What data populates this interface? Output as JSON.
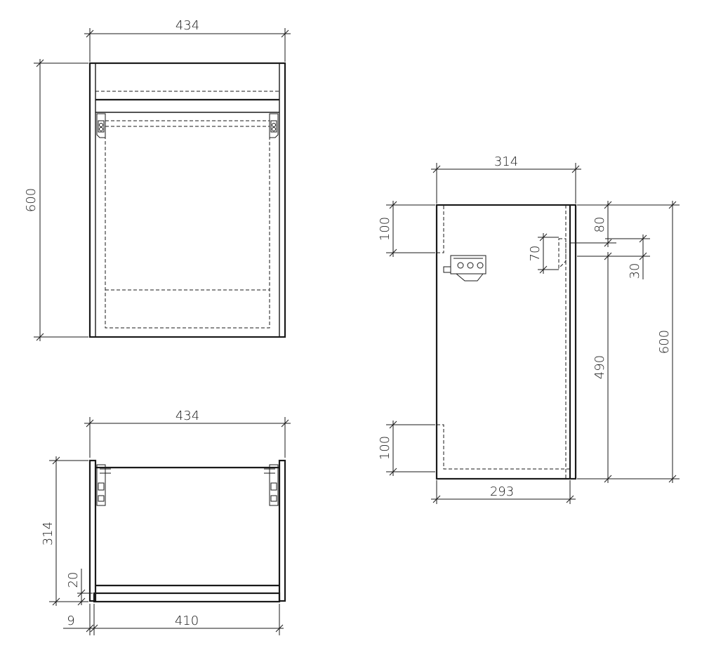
{
  "front_view": {
    "width": "434",
    "height": "600"
  },
  "top_view": {
    "width": "434",
    "depth": "314",
    "bottom_offset": "20",
    "side_gap": "9",
    "inner_width": "410"
  },
  "side_view": {
    "depth_top": "314",
    "depth_bottom": "293",
    "top_cutout": "100",
    "bottom_cutout": "100",
    "rail_top": "80",
    "rail_height": "70",
    "rail_gap": "30",
    "lower_height": "490",
    "height": "600"
  }
}
